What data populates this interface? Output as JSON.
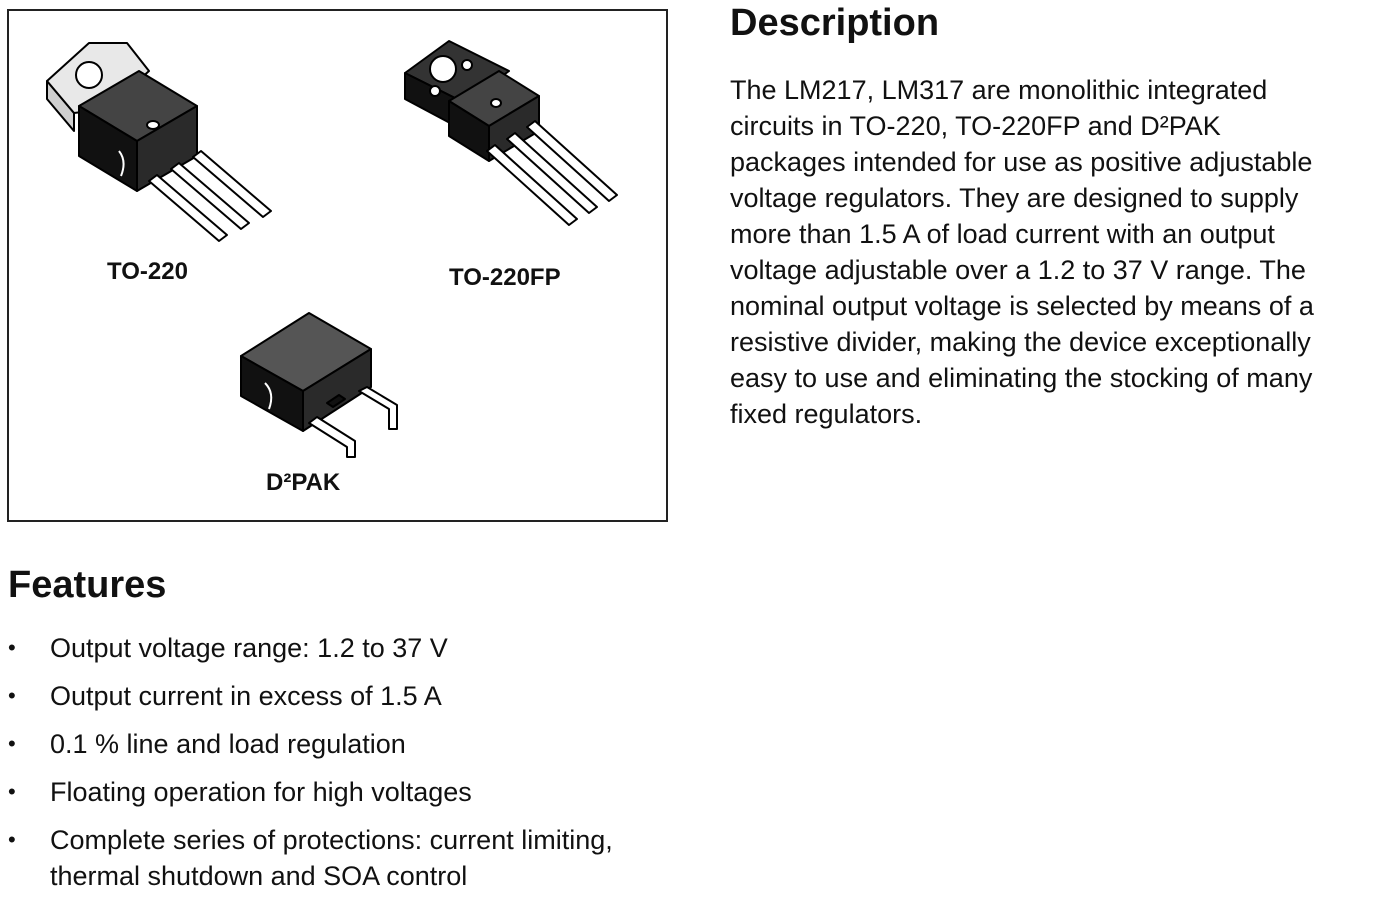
{
  "packages": {
    "to220_label": "TO-220",
    "to220fp_label": "TO-220FP",
    "d2pak_label": "D²PAK"
  },
  "description": {
    "heading": "Description",
    "lines": [
      "The LM217, LM317 are monolithic integrated",
      "circuits in TO-220, TO-220FP and D²PAK",
      "packages intended for use as positive adjustable",
      "voltage regulators. They are designed to supply",
      "more than 1.5 A of load current with an output",
      "voltage adjustable over a 1.2 to 37 V range. The",
      "nominal output voltage is selected by means of a",
      "resistive divider, making the device exceptionally",
      "easy to use and eliminating the stocking of many",
      "fixed regulators."
    ]
  },
  "features": {
    "heading": "Features",
    "bullet": "•",
    "items": [
      {
        "lines": [
          "Output voltage range: 1.2 to 37 V"
        ]
      },
      {
        "lines": [
          "Output current in excess of 1.5 A"
        ]
      },
      {
        "lines": [
          "0.1 % line and load regulation"
        ]
      },
      {
        "lines": [
          "Floating operation for high voltages"
        ]
      },
      {
        "lines": [
          "Complete series of protections: current limiting,",
          "thermal shutdown and SOA control"
        ]
      }
    ]
  }
}
